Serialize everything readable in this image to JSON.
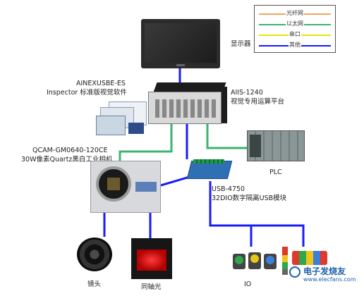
{
  "legend": {
    "items": [
      {
        "label": "光纤网",
        "color": "#f4a460"
      },
      {
        "label": "以太网",
        "color": "#3cb371"
      },
      {
        "label": "串口",
        "color": "#e8e800"
      },
      {
        "label": "其他",
        "color": "#1a1aff"
      }
    ]
  },
  "nodes": {
    "display": {
      "label": "显示器"
    },
    "software": {
      "line1": "AINEXUSBE-ES",
      "line2": "Inspector 标准版视觉软件"
    },
    "platform": {
      "line1": "AIIS-1240",
      "line2": "视觉专用运算平台"
    },
    "camera": {
      "line1": "QCAM-GM0640-120CE",
      "line2": "30W像素Quartz黑白工业相机"
    },
    "usb_module": {
      "line1": "USB-4750",
      "line2": "32DIO数字隔离USB模块"
    },
    "plc": {
      "label": "PLC"
    },
    "lens": {
      "label": "镜头"
    },
    "coaxial_light": {
      "label": "同轴光"
    },
    "io": {
      "label": "IO"
    }
  },
  "watermark": {
    "line1": "电子发烧友",
    "line2": "www.elecfans.com"
  }
}
